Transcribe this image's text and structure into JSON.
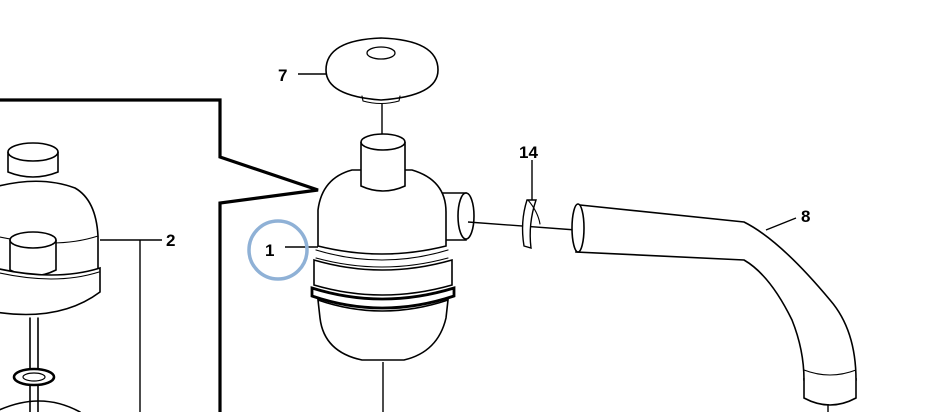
{
  "diagram": {
    "callouts": [
      {
        "id": "part-7",
        "label": "7"
      },
      {
        "id": "part-14",
        "label": "14"
      },
      {
        "id": "part-2",
        "label": "2"
      },
      {
        "id": "part-8",
        "label": "8"
      },
      {
        "id": "part-1",
        "label": "1"
      }
    ],
    "highlight": {
      "target": "1",
      "color": "#8fb1d6"
    }
  }
}
